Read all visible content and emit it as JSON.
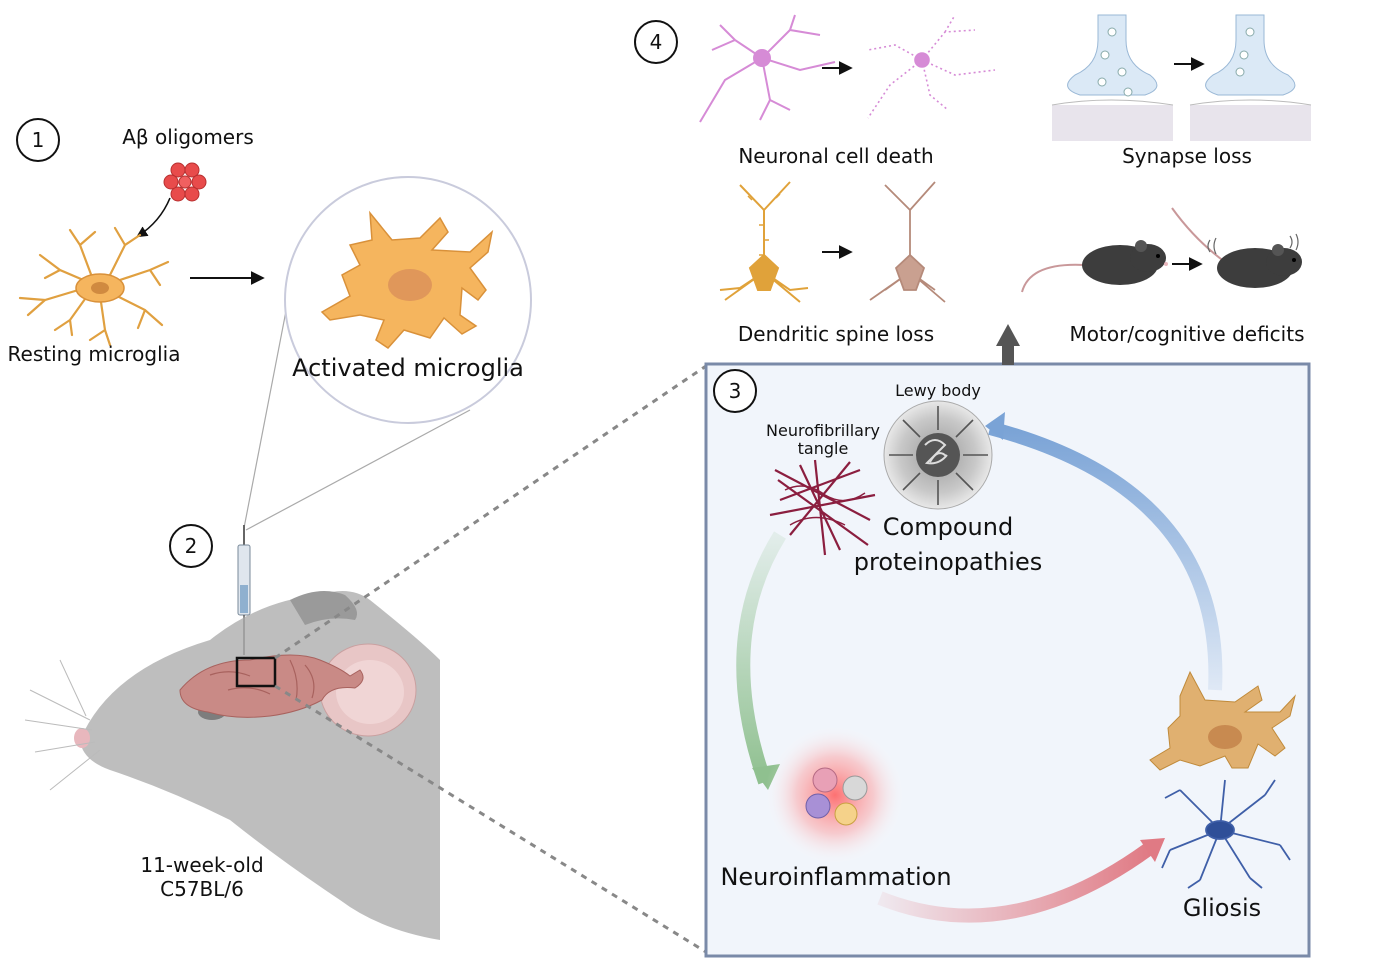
{
  "steps": {
    "step1": "1",
    "step2": "2",
    "step3": "3",
    "step4": "4"
  },
  "labels": {
    "abeta": "Aβ oligomers",
    "resting": "Resting microglia",
    "activated": "Activated microglia",
    "mouse_line1": "11-week-old",
    "mouse_line2": "C57BL/6",
    "neuronal_death": "Neuronal cell death",
    "synapse_loss": "Synapse loss",
    "spine_loss": "Dendritic spine loss",
    "motor": "Motor/cognitive deficits",
    "lewy": "Lewy body",
    "nft_line1": "Neurofibrillary",
    "nft_line2": "tangle",
    "compound_line1": "Compound",
    "compound_line2": "proteinopathies",
    "neuroinflammation": "Neuroinflammation",
    "gliosis": "Gliosis"
  },
  "colors": {
    "microglia": "#f5b55e",
    "microglia_stroke": "#d9913a",
    "abeta": "#e84b4b",
    "neuron_pink": "#d68bd6",
    "neuron_orange": "#e0a23a",
    "neuron_brown": "#b58a7a",
    "panel_bg": "#f1f5fb",
    "panel_border": "#7a8aa8",
    "arrow_blue": "#7aa3d6",
    "arrow_green": "#8fc08f",
    "arrow_red": "#e07a84",
    "tangle": "#8b1e3f",
    "mouse_gray": "#9a9a9a",
    "brain": "#c98a86",
    "astrocyte": "#3f5fa8"
  }
}
